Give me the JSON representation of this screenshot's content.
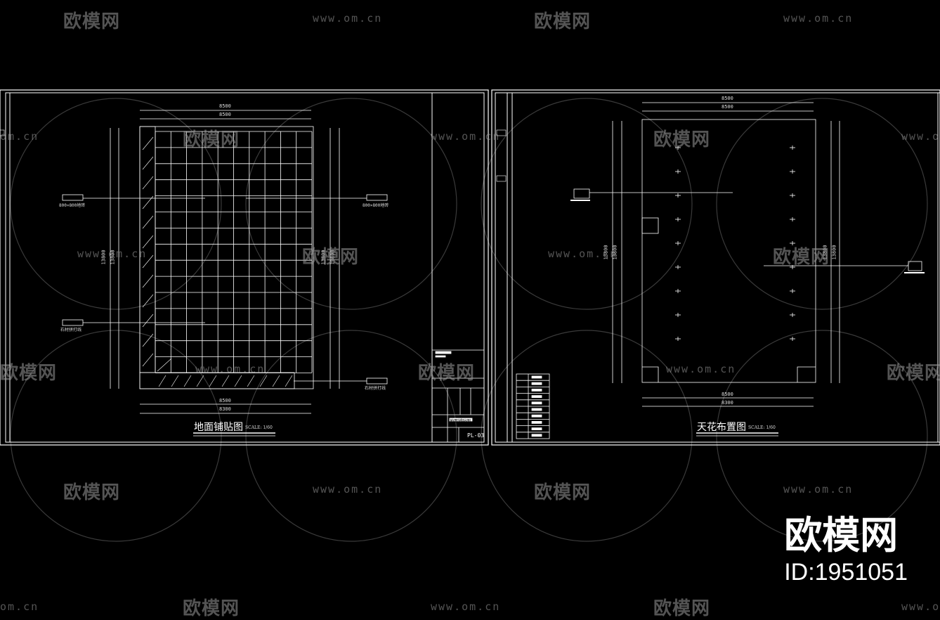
{
  "drawings": {
    "left_title": "地面铺贴图",
    "left_scale": "SCALE: 1/60",
    "right_title": "天花布置图",
    "right_scale": "SCALE: 1/60",
    "dims": {
      "width_outer": "8500",
      "width_inner": "8500",
      "width_bottom_a": "8500",
      "width_bottom_b": "8300",
      "height_a": "13800",
      "height_b": "13800",
      "ceiling_width_a": "8500",
      "ceiling_width_b": "8500",
      "ceiling_height_a": "13800",
      "ceiling_height_b": "13800",
      "ceiling_bottom_a": "8500",
      "ceiling_bottom_b": "8300"
    },
    "tags": {
      "tile_left": "800×800地砖",
      "tile_right": "800×800地砖",
      "stone_left": "石材拼打线",
      "stone_right": "石材拼打线"
    },
    "sheet_code": "PL-03",
    "sheet_name": "地面铺贴图"
  },
  "watermark": {
    "logo_text": "欧模网",
    "url_text": "www.om.cn",
    "url_fragment": "om.cn"
  },
  "brand": {
    "name": "欧模网",
    "id": "ID:1951051"
  },
  "colors": {
    "background": "#000000",
    "line": "#ffffff",
    "watermark": "#9a9a9a"
  }
}
